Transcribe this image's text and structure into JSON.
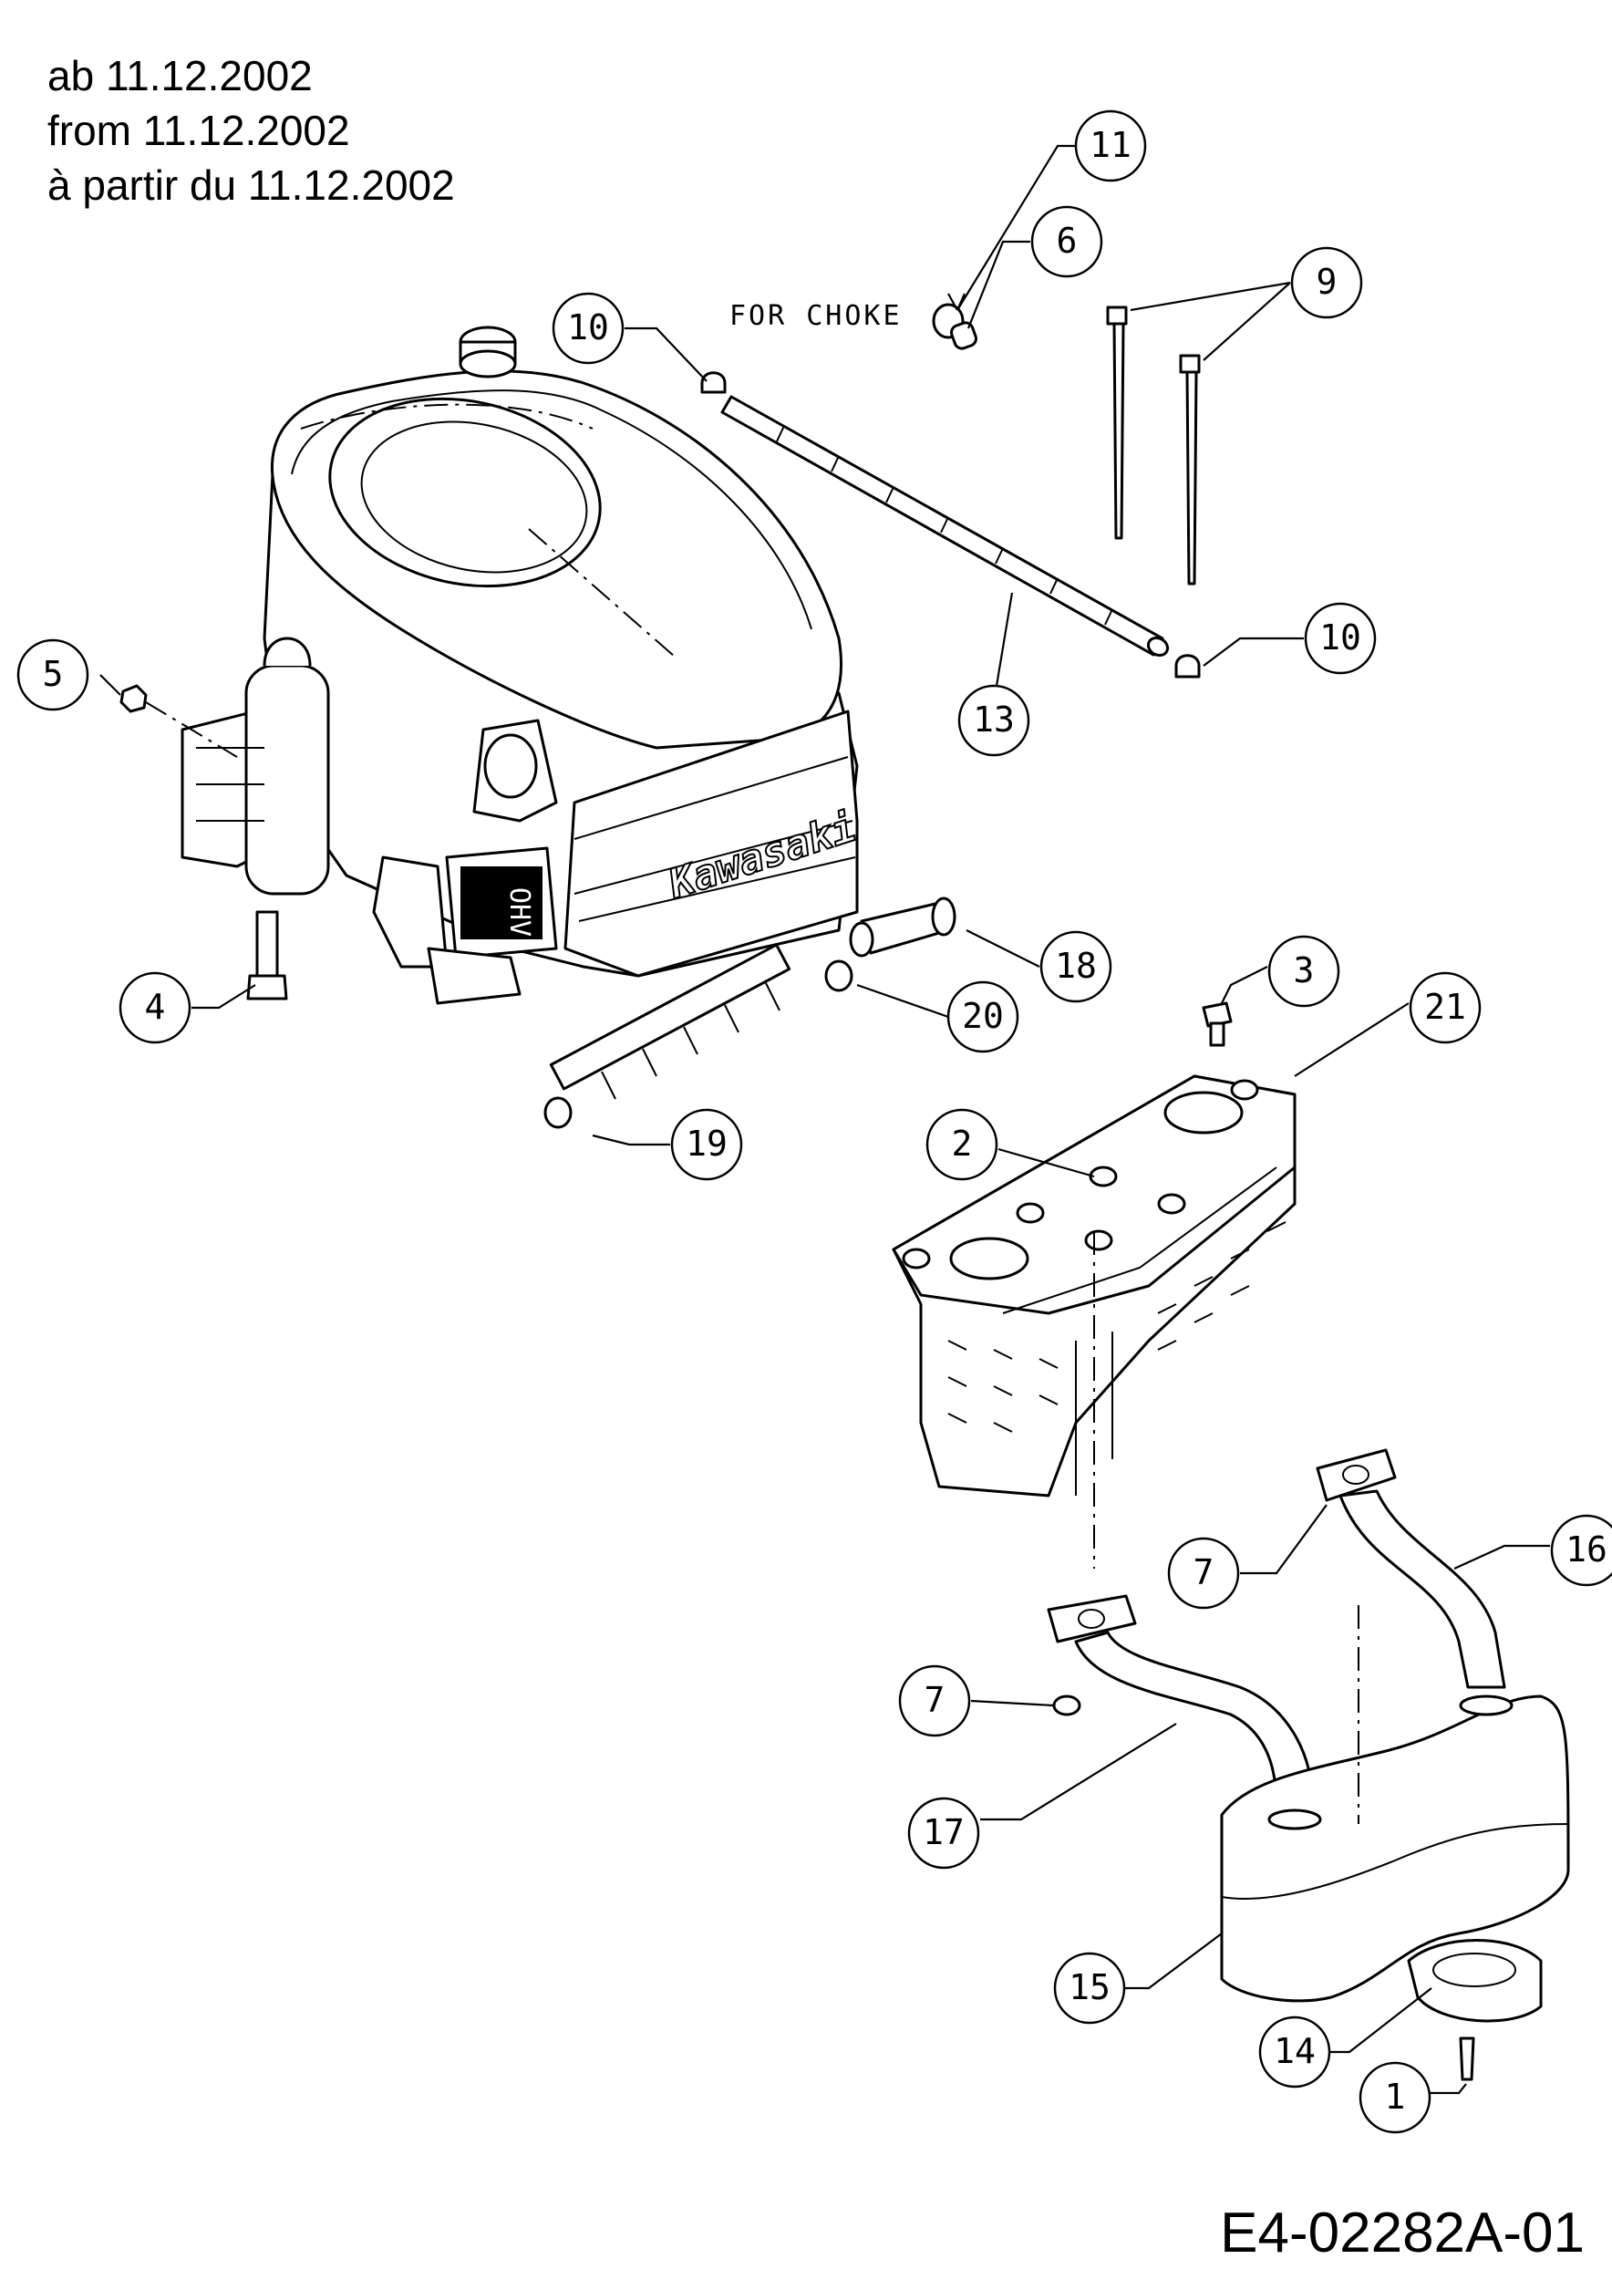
{
  "header": {
    "lines": [
      "ab 11.12.2002",
      "from 11.12.2002",
      "à partir du 11.12.2002"
    ]
  },
  "annotations": {
    "for_choke": "FOR CHOKE",
    "engine_brand": "Kawasaki",
    "engine_label": "OHV"
  },
  "callouts": [
    "11",
    "6",
    "9",
    "10",
    "10",
    "13",
    "5",
    "4",
    "18",
    "20",
    "3",
    "21",
    "19",
    "2",
    "7",
    "16",
    "7",
    "17",
    "15",
    "14",
    "1"
  ],
  "document": {
    "code": "E4-02282A-01"
  }
}
